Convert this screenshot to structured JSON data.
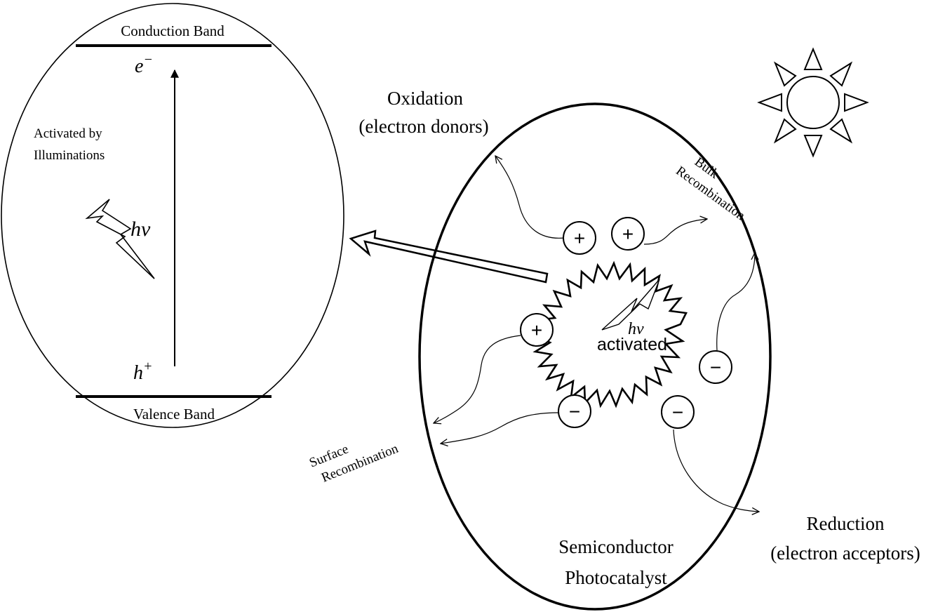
{
  "band_diagram": {
    "conduction_band": "Conduction Band",
    "valence_band": "Valence Band",
    "electron": "e",
    "electron_sup": "−",
    "hole": "h",
    "hole_sup": "+",
    "activated_line1": "Activated by",
    "activated_line2": "Illuminations",
    "photon": "hv"
  },
  "particle": {
    "photon": "hv",
    "core_label": "activated",
    "name_line1": "Semiconductor",
    "name_line2": "Photocatalyst",
    "hole_symbol": "+",
    "electron_symbol": "−"
  },
  "processes": {
    "oxidation_line1": "Oxidation",
    "oxidation_line2": "(electron donors)",
    "reduction_line1": "Reduction",
    "reduction_line2": "(electron acceptors)",
    "bulk_line1": "Bulk",
    "bulk_line2": "Recombination",
    "surface_line1": "Surface",
    "surface_line2": "Recombination"
  }
}
